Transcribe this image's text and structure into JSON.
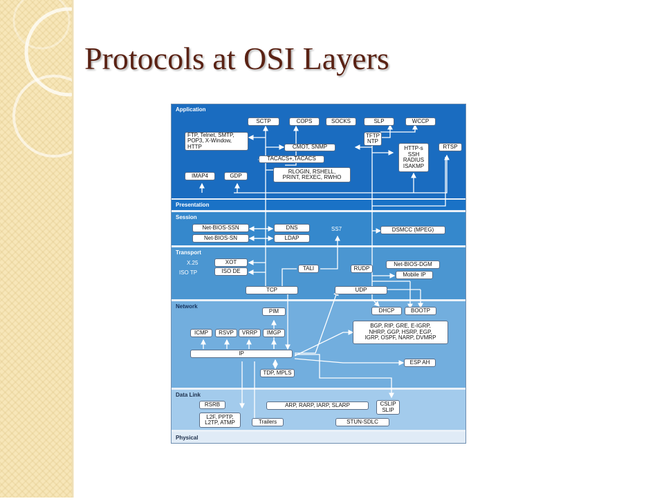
{
  "slide": {
    "title": "Protocols at OSI Layers"
  },
  "colors": {
    "title": "#5a2214",
    "application": "#1a6cc0",
    "presentation": "#1a72c6",
    "session": "#3588cc",
    "transport": "#4b96d1",
    "network": "#72aede",
    "data_link": "#a3cbec",
    "physical": "#e0ebf6",
    "sidebar": "#f7e6b8"
  },
  "layers": {
    "application": "Application",
    "presentation": "Presentation",
    "session": "Session",
    "transport": "Transport",
    "network": "Network",
    "data_link": "Data Link",
    "physical": "Physical"
  },
  "application": {
    "sctp": "SCTP",
    "cops": "COPS",
    "socks": "SOCKS",
    "slp": "SLP",
    "wccp": "WCCP",
    "ftp_group": "FTP, Telnet, SMTP,\nPOP3, X-Window,\nHTTP",
    "tftp_ntp": "TFTP\nNTP",
    "cmot_snmp": "CMOT, SNMP",
    "https_group": "HTTP-s\nSSH\nRADIUS\nISAKMP",
    "rtsp": "RTSP",
    "tacacs": "TACACS+,TACACS",
    "rlogin_group": "RLOGIN, RSHELL,\nPRINT, REXEC, RWHO",
    "imap4": "IMAP4",
    "gdp": "GDP"
  },
  "session": {
    "netbios_ssn": "Net-BIOS-SSN",
    "netbios_sn": "Net-BIOS-SN",
    "dns": "DNS",
    "ldap": "LDAP",
    "ss7": "SS7",
    "dsmcc": "DSMCC (MPEG)"
  },
  "transport": {
    "x25": "X.25",
    "iso_tp": "ISO TP",
    "xot": "XOT",
    "iso_de": "ISO DE",
    "tali": "TALI",
    "rudp": "RUDP",
    "netbios_dgm": "Net-BIOS-DGM",
    "mobile_ip": "Mobile IP",
    "tcp": "TCP",
    "udp": "UDP"
  },
  "network": {
    "pim": "PIM",
    "dhcp": "DHCP",
    "bootp": "BOOTP",
    "icmp": "ICMP",
    "rsvp": "RSVP",
    "vrrp": "VRRP",
    "imgp": "IMGP",
    "routing_group": "BGP, RIP, GRE, E-IGRP,\nNHRP, GGP, HSRP, EGP,\nIGRP, OSPF, NARP, DVMRP",
    "ip": "IP",
    "esp_ah": "ESP AH",
    "tdp_mpls": "TDP, MPLS"
  },
  "data_link": {
    "rsrb": "RSRB",
    "arp_group": "ARP, RARP, IARP, SLARP",
    "cslip": "CSLIP\nSLIP",
    "l2f_group": "L2F, PPTP,\nL2TP, ATMP",
    "trailers": "Trailers",
    "stun": "STUN-SDLC"
  }
}
